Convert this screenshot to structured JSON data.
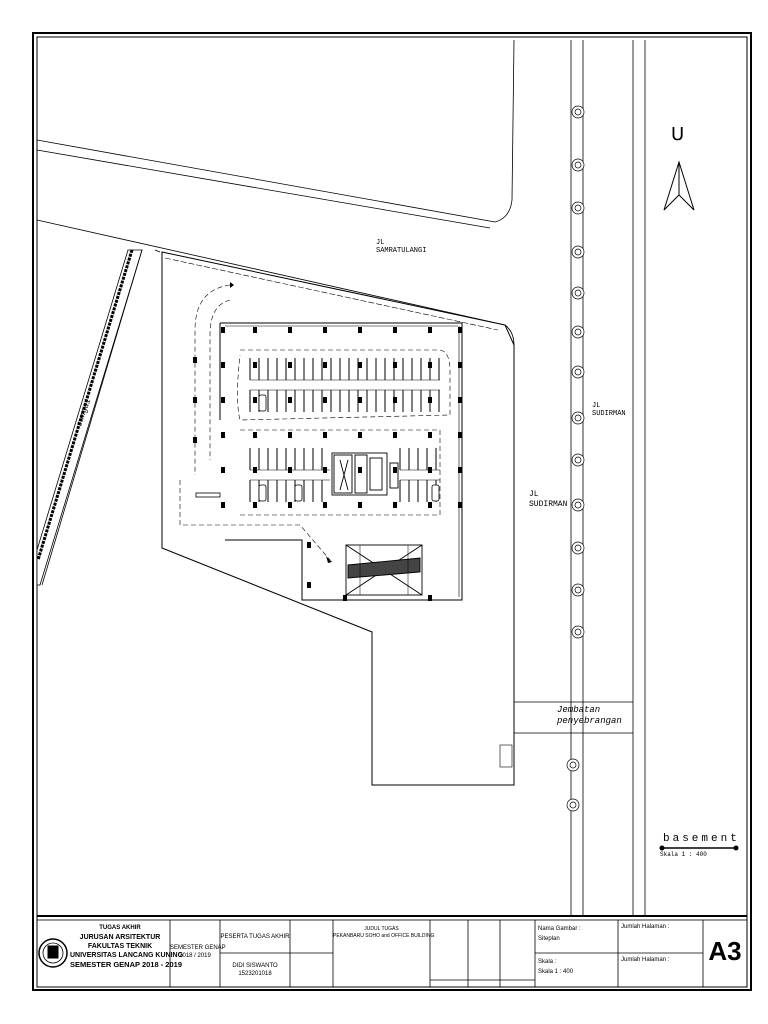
{
  "drawing": {
    "streets": {
      "samratulangi": [
        "JL",
        "SAMRATULANGI"
      ],
      "sudirman_main": [
        "JL",
        "SUDIRMAN"
      ],
      "sudirman_side": [
        "JL",
        "SUDIRMAN"
      ]
    },
    "bridge": [
      "Jembatan",
      "penyebrangan"
    ],
    "river": "sungai",
    "north_label": "U",
    "plan_title": "basement",
    "plan_scale": "Skala 1 : 400"
  },
  "title_block": {
    "institution": {
      "line1": "TUGAS AKHIR",
      "line2": "JURUSAN ARSITEKTUR",
      "line3": "FAKULTAS TEKNIK",
      "line4": "UNIVERSITAS LANCANG KUNING",
      "line5": "SEMESTER GENAP 2018 - 2019"
    },
    "semester": {
      "label": "SEMESTER GENAP",
      "value": "2018 / 2019"
    },
    "participant": {
      "label": "PESERTA TUGAS AKHIR",
      "name": "DIDI SISWANTO",
      "nim": "1523201018"
    },
    "project": {
      "label": "JUDUL TUGAS",
      "title": "PEKANBARU SOHO and OFFICE BUILDING"
    },
    "drawing_name": {
      "label": "Nama Gambar :",
      "value": "Siteplan"
    },
    "scale": {
      "label": "Skala :",
      "value": "Skala 1 : 400"
    },
    "page_count": {
      "label1": "Jumlah Halaman :",
      "label2": "Jumlah Halaman :"
    },
    "sheet_size": "A3"
  }
}
